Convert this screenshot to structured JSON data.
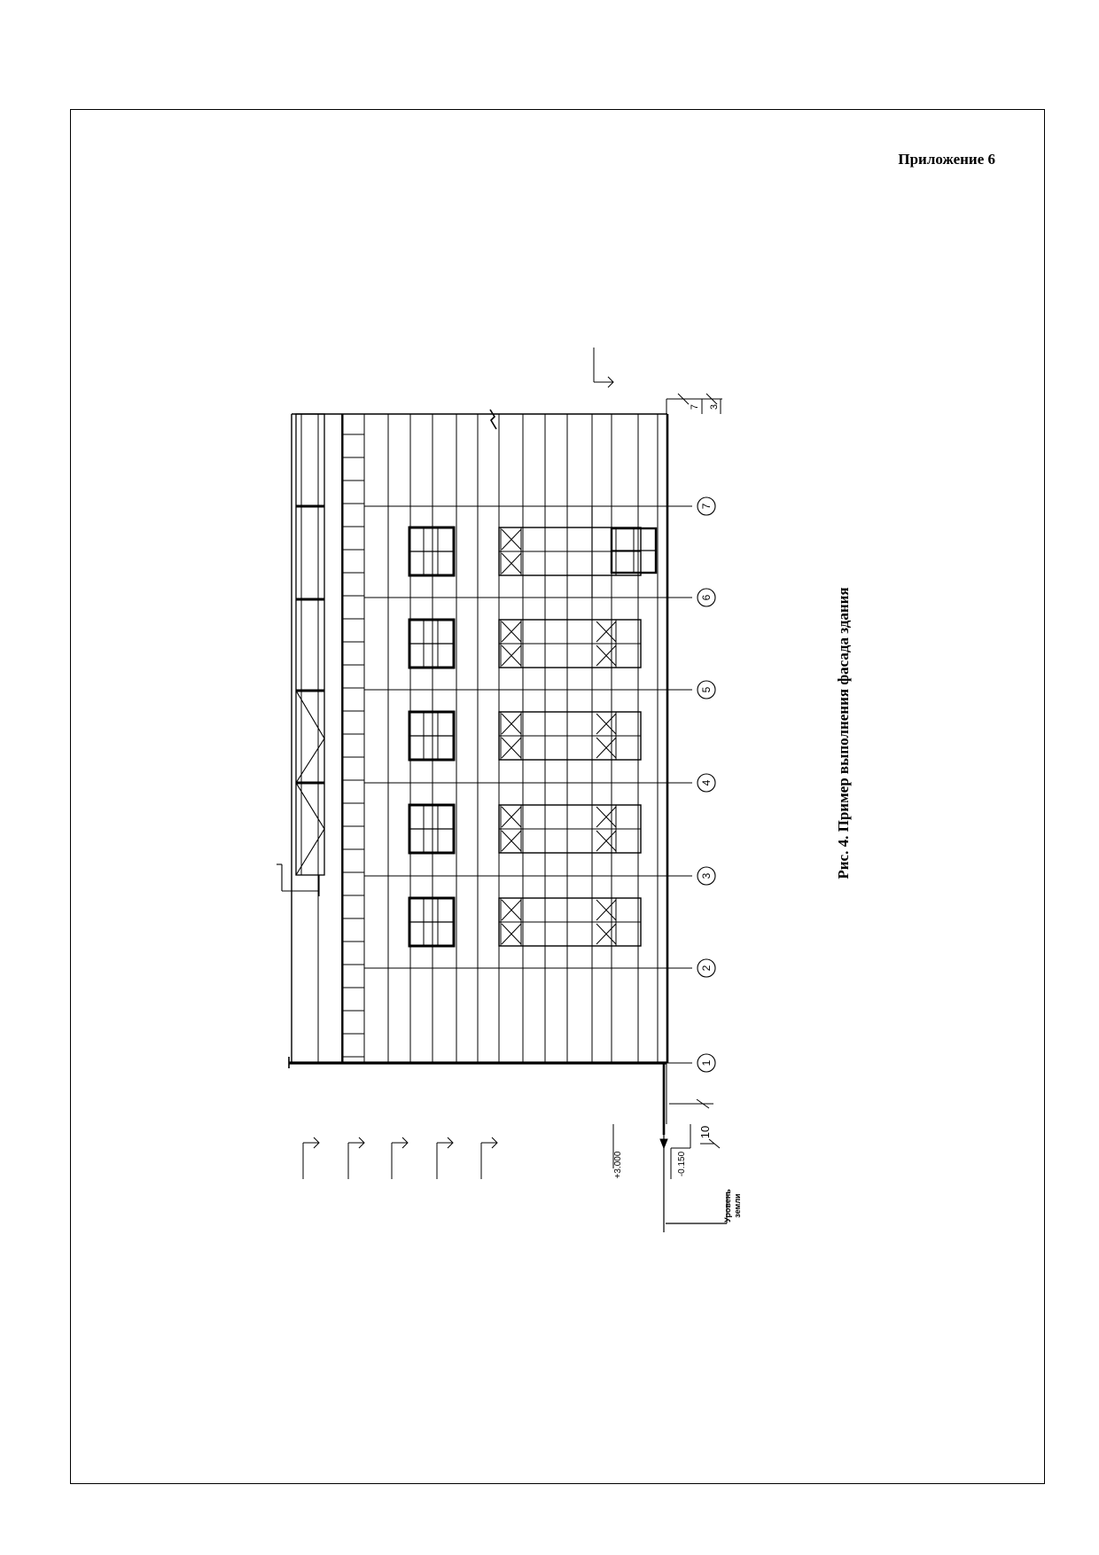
{
  "page": {
    "appendix_label": "Приложение 6",
    "figure_caption": "Рис. 4. Пример выполнения фасада здания"
  },
  "drawing": {
    "axes": [
      "1",
      "2",
      "3",
      "4",
      "5",
      "6",
      "7"
    ],
    "elevation_marks": {
      "top": "+3.000",
      "floor": "-0.150"
    },
    "ground_label_line1": "Уровень",
    "ground_label_line2": "земли",
    "dimension": "10",
    "end_axis_labels": [
      "7",
      "3"
    ]
  },
  "colors": {
    "ink": "#000000",
    "paper": "#ffffff"
  }
}
